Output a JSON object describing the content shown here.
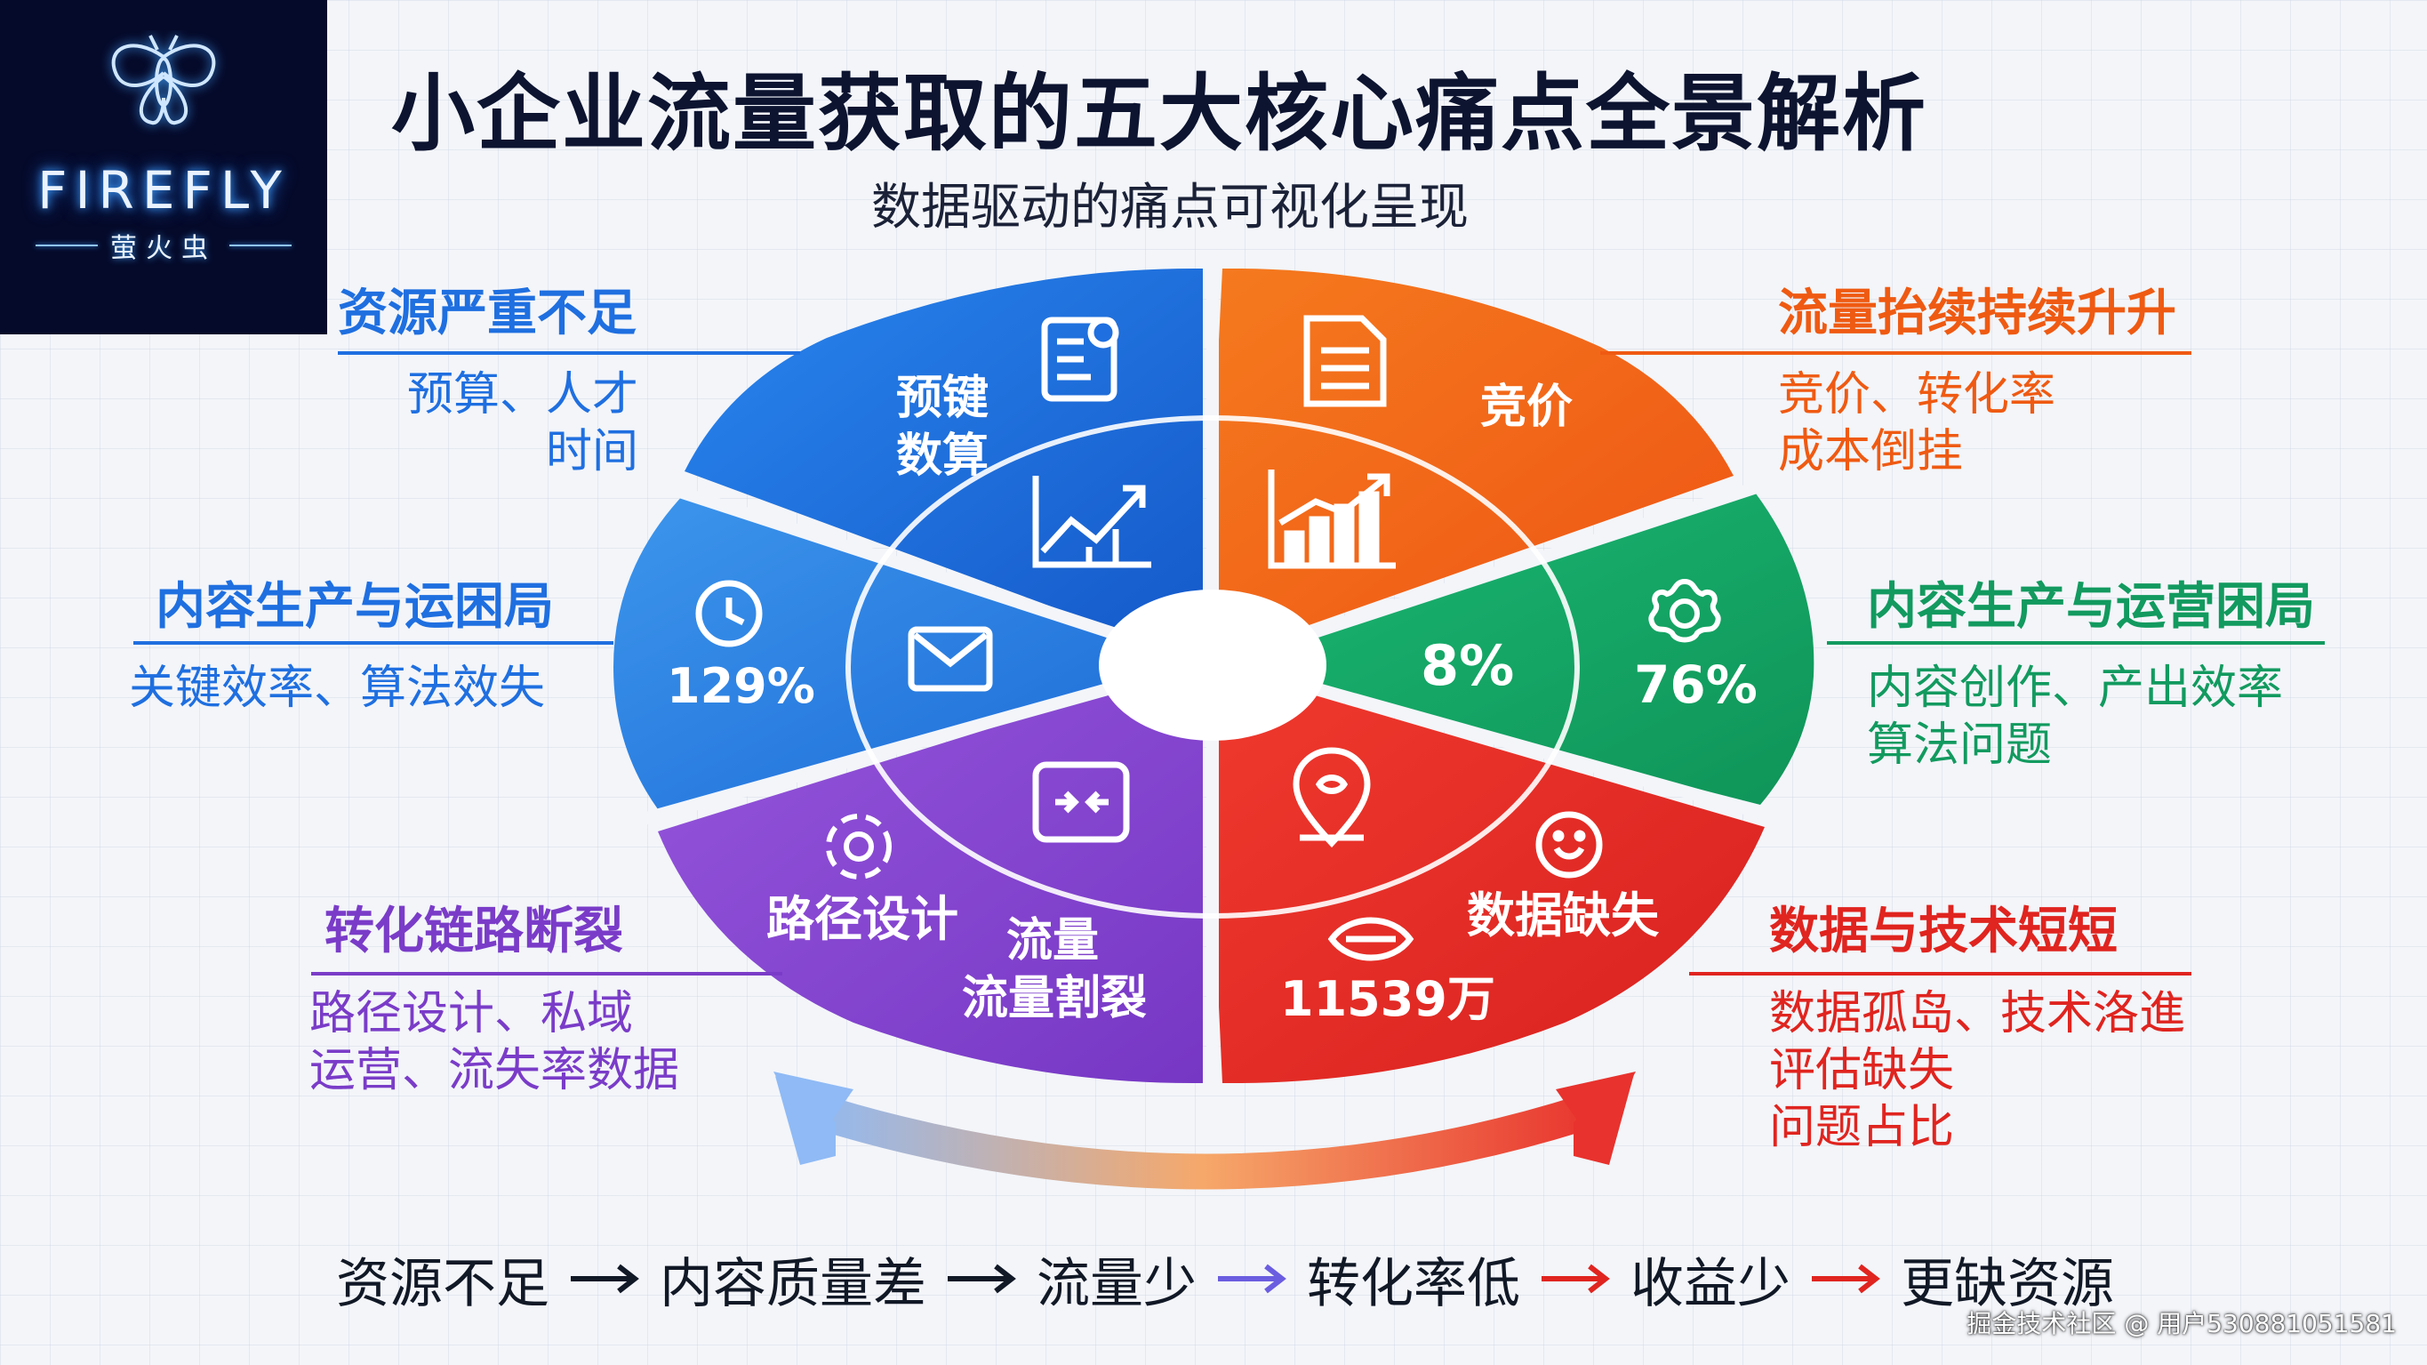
{
  "logo": {
    "word": "FIREFLY",
    "sub": "萤火虫"
  },
  "header": {
    "title": "小企业流量获取的五大核心痛点全景解析",
    "subtitle": "数据驱动的痛点可视化呈现"
  },
  "colors": {
    "blue": "#1f6fe0",
    "blue_light": "#2d8ae8",
    "orange": "#f2651c",
    "green": "#18a86a",
    "red": "#e8322d",
    "purple": "#8a45d4"
  },
  "callouts": {
    "top_left": {
      "heading": "资源严重不足",
      "lines": [
        "预算、人才",
        "时间"
      ],
      "color": "#1f6fe0"
    },
    "mid_left": {
      "heading": "内容生产与运困局",
      "lines": [
        "关键效率、算法效失"
      ],
      "color": "#1f6fe0"
    },
    "bottom_left": {
      "heading": "转化链路断裂",
      "lines": [
        "路径设计、私域",
        "运营、流失率数据"
      ],
      "color": "#7a3cc8"
    },
    "top_right": {
      "heading": "流量抬续持续升升",
      "lines": [
        "竞价、转化率",
        "成本倒挂"
      ],
      "color": "#ef5a12"
    },
    "mid_right": {
      "heading": "内容生产与运营困局",
      "lines": [
        "内容创作、产出效率",
        "算法问题"
      ],
      "color": "#129a5f"
    },
    "bottom_right": {
      "heading": "数据与技术短短",
      "lines": [
        "数据孤岛、技术洛進",
        "评估缺失",
        "问题占比"
      ],
      "color": "#e0241f"
    }
  },
  "wheel": {
    "seg_top_left_label": [
      "预键",
      "数算"
    ],
    "seg_top_right_label": "竞价",
    "seg_left_value": "129%",
    "seg_right_inner_value": "8%",
    "seg_right_outer_value": "76%",
    "seg_bottom_left_label": "路径设计",
    "seg_bottom_mid_label": [
      "流量",
      "流量割裂"
    ],
    "seg_bottom_right_label": "数据缺失",
    "seg_bottom_right_value": "11539万",
    "icons": [
      "document-user-icon",
      "trend-chart-icon",
      "document-list-icon",
      "bar-chart-icon",
      "clock-icon",
      "mail-icon",
      "gear-icon",
      "target-icon",
      "transfer-box-icon",
      "map-pin-icon",
      "face-icon",
      "eye-icon"
    ]
  },
  "flow": {
    "steps": [
      "资源不足",
      "内容质量差",
      "流量少",
      "转化率低",
      "收益少",
      "更缺资源"
    ],
    "arrow_colors": [
      "#111826",
      "#111826",
      "#6b5de0",
      "#e0241f",
      "#e0241f"
    ]
  },
  "watermark": "掘金技术社区 @ 用户530881051581"
}
